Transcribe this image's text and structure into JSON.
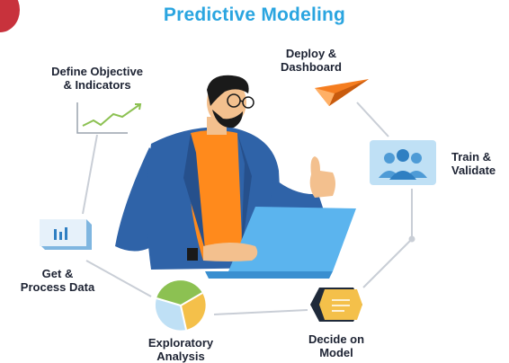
{
  "title": "Predictive Modeling",
  "steps": [
    {
      "label": "Define Objective\n& Indicators",
      "icon": "line-chart-icon"
    },
    {
      "label": "Deploy &\nDashboard",
      "icon": "paper-plane-icon"
    },
    {
      "label": "Train &\nValidate",
      "icon": "team-icon"
    },
    {
      "label": "Decide on\nModel",
      "icon": "document-hexagon-icon"
    },
    {
      "label": "Exploratory\nAnalysis",
      "icon": "pie-chart-icon"
    },
    {
      "label": "Get &\nProcess Data",
      "icon": "bar-chart-card-icon"
    }
  ],
  "colors": {
    "title": "#2aa5e0",
    "shirt": "#ff8a1c",
    "jacket": "#2f63a8",
    "laptop": "#5bb4ee",
    "connector": "#c9ced6",
    "accent_orange": "#f57d1f",
    "accent_yellow": "#f4c04a",
    "accent_green": "#8cc152",
    "accent_blue": "#4e9bd6"
  }
}
